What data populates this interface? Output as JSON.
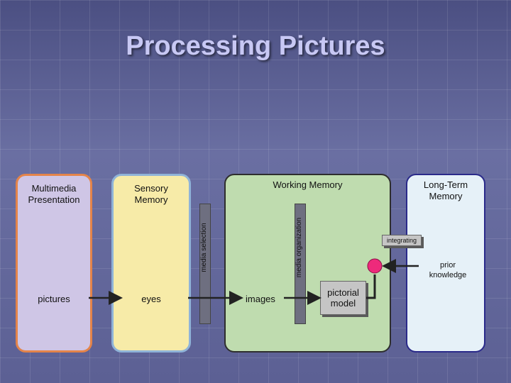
{
  "title": "Processing Pictures",
  "panels": {
    "multimedia": {
      "label": "Multimedia\nPresentation",
      "content": "pictures"
    },
    "sensory": {
      "label": "Sensory\nMemory",
      "content": "eyes"
    },
    "working": {
      "label": "Working Memory",
      "content": "images"
    },
    "longterm": {
      "label": "Long-Term\nMemory",
      "content": "prior\nknowledge"
    }
  },
  "process_labels": {
    "selection": "media selection",
    "organization": "media organization",
    "integrating": "integrating"
  },
  "model_label": "pictorial\nmodel",
  "colors": {
    "multimedia_fill": "#cfc6e6",
    "multimedia_border": "#e4844a",
    "sensory_fill": "#f7eba8",
    "sensory_border": "#8fb3d8",
    "working_fill": "#bfdcaf",
    "working_border": "#2e2e2e",
    "longterm_fill": "#e6f1f8",
    "longterm_border": "#2a2a8a",
    "node": "#ee2a7b"
  }
}
